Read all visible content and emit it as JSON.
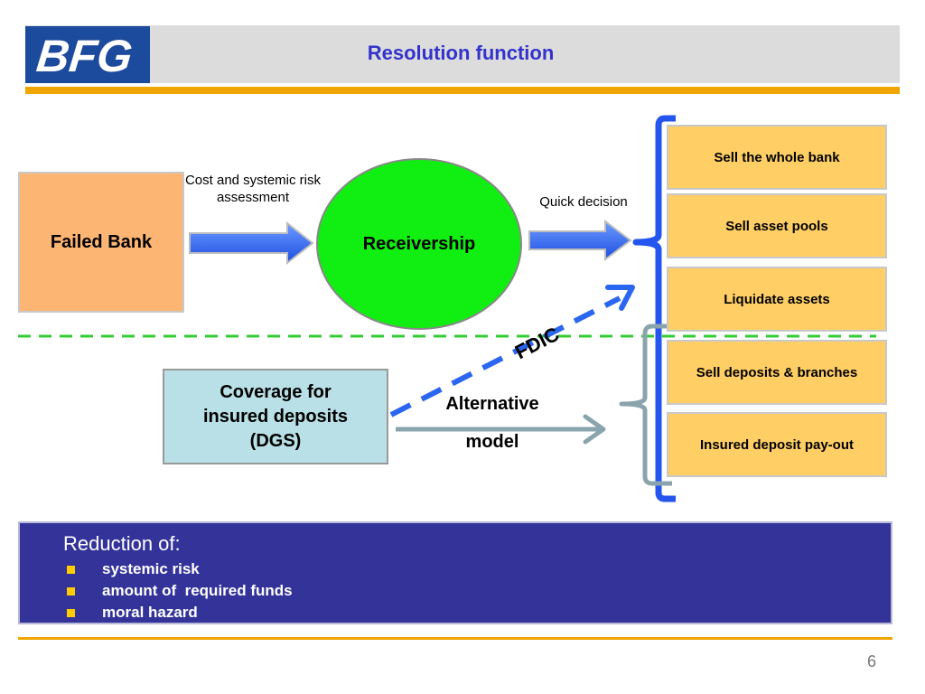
{
  "header": {
    "logo_text": "BFG",
    "title": "Resolution function",
    "brand_color": "#1c4a9c",
    "accent_color": "#f0a500"
  },
  "diagram": {
    "failed_bank": "Failed Bank",
    "cost_caption": "Cost and systemic risk assessment",
    "receivership": "Receivership",
    "quick_caption": "Quick decision",
    "options": [
      "Sell the whole bank",
      "Sell asset pools",
      "Liquidate  assets",
      "Sell deposits & branches",
      "Insured deposit pay-out"
    ],
    "coverage": "Coverage for insured deposits (DGS)",
    "fdic_label": "FDIC",
    "alternative_label": "Alternative",
    "model_label": "model"
  },
  "reduction": {
    "heading": "Reduction of:",
    "items": [
      "systemic risk",
      "amount of  required funds",
      "moral hazard"
    ]
  },
  "footer": {
    "page_number": "6"
  }
}
